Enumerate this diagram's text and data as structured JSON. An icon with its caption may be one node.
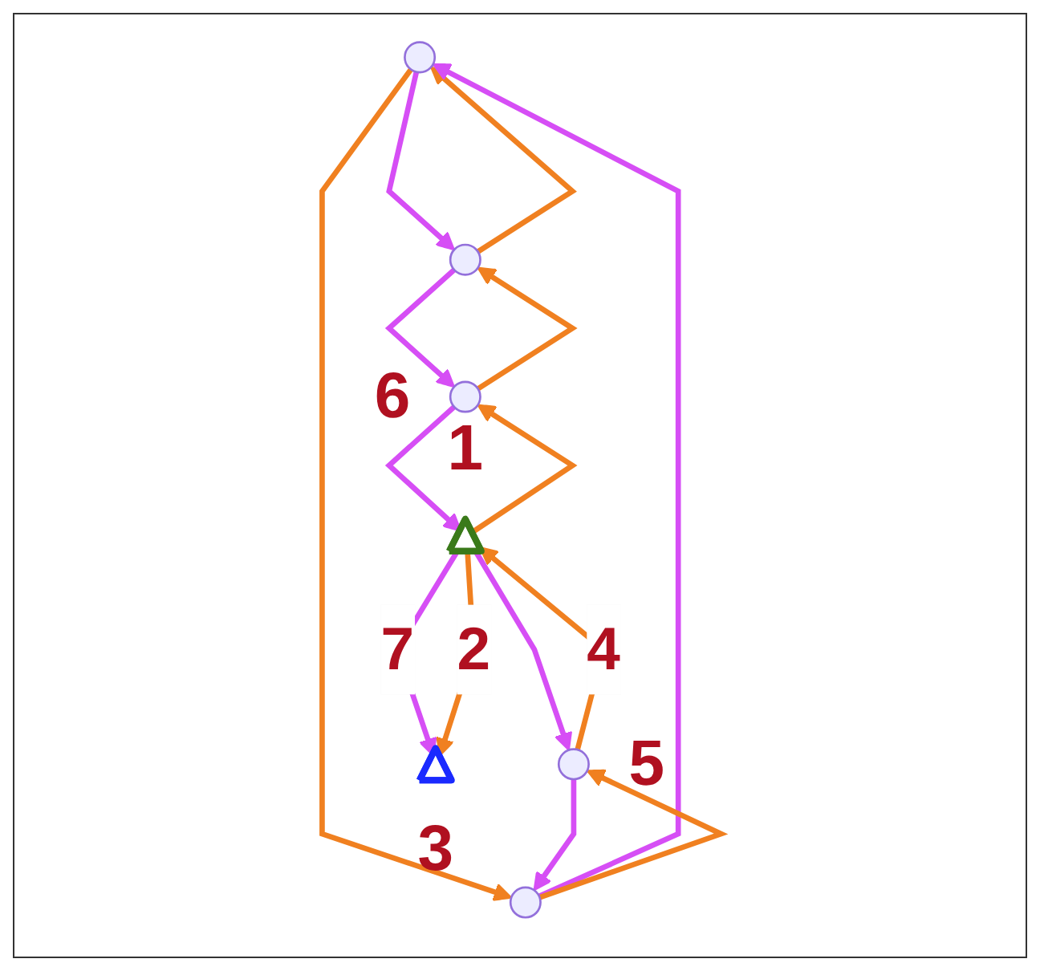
{
  "diagram": {
    "nodes": [
      {
        "text": [],
        "shape": "circle"
      },
      {
        "text": [],
        "shape": "circle"
      },
      {
        "text": [],
        "shape": "circle"
      },
      {
        "text": [],
        "shape": "circle",
        "beside": [
          "6"
        ]
      },
      {
        "text": [],
        "shape": "circle",
        "beside": [
          "5"
        ]
      },
      {
        "text": [],
        "shape": "triangle",
        "beside": [
          "1"
        ]
      },
      {
        "text": [],
        "shape": "triangle",
        "beside": [
          "3"
        ]
      }
    ],
    "edges": [
      {
        "from": 5,
        "to": 3,
        "arrow": "to",
        "color": "#f08020"
      },
      {
        "from": 3,
        "to": 5,
        "arrow": "to",
        "color": "#d64ef5"
      },
      {
        "from": 3,
        "to": 1,
        "arrow": "to",
        "color": "#f08020"
      },
      {
        "from": 1,
        "to": 3,
        "arrow": "to",
        "color": "#d64ef5"
      },
      {
        "from": 1,
        "to": 0,
        "arrow": "to",
        "color": "#f08020"
      },
      {
        "from": 0,
        "to": 1,
        "arrow": "to",
        "color": "#d64ef5"
      },
      {
        "from": 0,
        "to": 2,
        "arrow": "to",
        "color": "#f08020"
      },
      {
        "from": 2,
        "to": 0,
        "arrow": "to",
        "color": "#d64ef5"
      },
      {
        "from": 2,
        "to": 4,
        "arrow": "to",
        "color": "#f08020"
      },
      {
        "from": 4,
        "to": 2,
        "arrow": "to",
        "color": "#d64ef5"
      },
      {
        "from": 5,
        "to": 4,
        "arrow": "to",
        "color": "#d64ef5"
      },
      {
        "from": 4,
        "to": 5,
        "arrow": "to",
        "label": "4",
        "color": "#f08020"
      },
      {
        "from": 5,
        "to": 6,
        "arrow": "to",
        "label": "7",
        "color": "#d64ef5"
      },
      {
        "from": 5,
        "to": 6,
        "arrow": "to",
        "label": "2",
        "color": "#f08020"
      }
    ]
  }
}
